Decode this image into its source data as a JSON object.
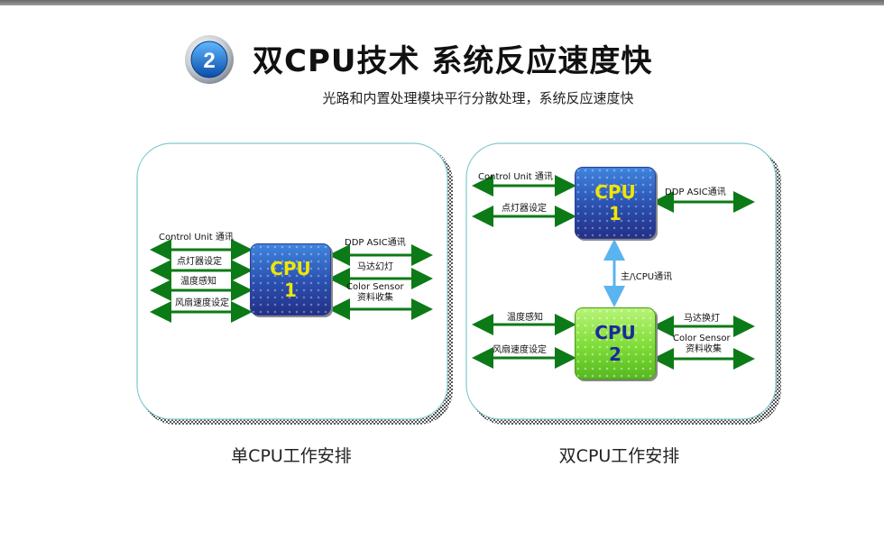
{
  "header": {
    "number": "2",
    "title": "双CPU技术 系统反应速度快",
    "subtitle": "光路和内置处理模块平行分散处理，系统反应速度快"
  },
  "single_panel": {
    "caption": "单CPU工作安排",
    "cpu": {
      "line1": "CPU",
      "line2": "1"
    },
    "left_labels": [
      "Control Unit 通讯",
      "点灯器设定",
      "温度感知",
      "风扇速度设定"
    ],
    "right_labels": [
      "DDP ASIC通讯",
      "马达幻灯",
      "Color Sensor",
      "资料收集"
    ]
  },
  "dual_panel": {
    "caption": "双CPU工作安排",
    "cpu1": {
      "line1": "CPU",
      "line2": "1"
    },
    "cpu2": {
      "line1": "CPU",
      "line2": "2"
    },
    "cpu1_left_labels": [
      "Control Unit 通讯",
      "点灯器设定"
    ],
    "cpu1_right_labels": [
      "DDP ASIC通讯"
    ],
    "link_label": "主/\\CPU通讯",
    "cpu2_left_labels": [
      "温度感知",
      "风扇速度设定"
    ],
    "cpu2_right_labels": [
      "马达换灯",
      "Color Sensor",
      "资料收集"
    ]
  },
  "colors": {
    "arrow": "#0c7a16",
    "link_arrow": "#5ab4f0",
    "panel_border": "#7fc8d0",
    "cpu1_text": "#f0e600",
    "cpu2_text": "#1a2a9a"
  }
}
